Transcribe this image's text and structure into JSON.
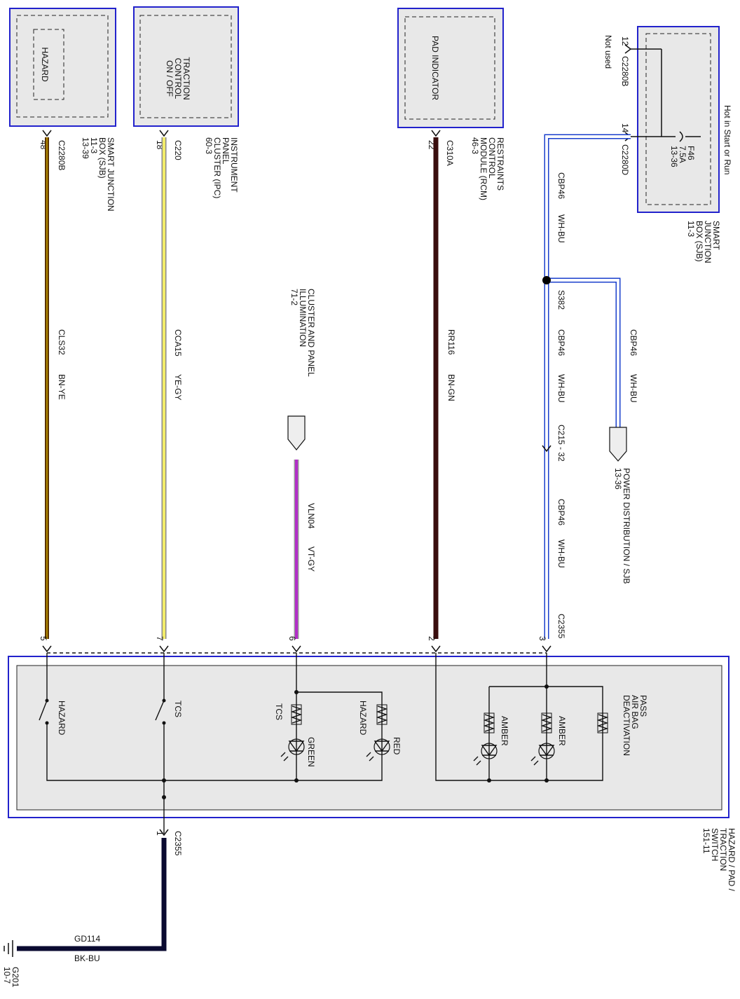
{
  "colors": {
    "box_border": "#2222cc",
    "box_fill": "#e8e8e8",
    "wire_brown_yellow": "#4a2a10",
    "wire_yellow_gray": "#e8e060",
    "wire_violet_gray": "#b040c0",
    "wire_brown_green": "#3a1010",
    "wire_white_blue": "#1a3fcc",
    "wire_black_blue": "#0a0a30"
  },
  "components": {
    "hazard_module": {
      "label": "HAZARD"
    },
    "traction_module": {
      "label": "TRACTION\nCONTROL\nON / OFF"
    },
    "pad_module": {
      "label": "PAD INDICATOR"
    },
    "sjb_power": {
      "title": "SMART\nJUNCTION\nBOX (SJB)\n11-3",
      "hot_label": "Hot in Start or Run",
      "fuse": "F46\n7.5A\n13-36",
      "pin12": "12",
      "conn12": "C2280B",
      "not_used": "Not used",
      "pin14": "14",
      "conn14": "C2280D"
    },
    "sjb_hazard_ref": "SMART JUNCTION\nBOX (SJB)\n11-3\n13-39",
    "ipc_ref": "INSTRUMENT\nPANEL\nCLUSTER (IPC)\n60-3",
    "rcm_ref": "RESTRAINTS\nCONTROL\nMODULE (RCM)\n46-3",
    "cluster_illum": "CLUSTER AND PANEL\nILLUMINATION\n71-2",
    "power_dist": "POWER DISTRIBUTION / SJB\n13-36",
    "switch_title": "HAZARD / PAD /\nTRACTION\nSWITCH\n151-11",
    "ground": "G201\n10-7"
  },
  "connectors": {
    "hazard_top": {
      "pin": "48",
      "name": "C2280B"
    },
    "tcs_top": {
      "pin": "18",
      "name": "C220"
    },
    "rcm_top": {
      "pin": "22",
      "name": "C310A"
    },
    "c235_pins": [
      "5",
      "7",
      "6",
      "2",
      "3"
    ],
    "c235_name": "C2355",
    "c215": "C215 - 32",
    "bottom": {
      "pin": "1",
      "name": "C2355"
    },
    "splice": "S382"
  },
  "wires": {
    "cls32": {
      "circuit": "CLS32",
      "color": "BN-YE"
    },
    "cca15": {
      "circuit": "CCA15",
      "color": "YE-GY"
    },
    "vln04": {
      "circuit": "VLN04",
      "color": "VT-GY"
    },
    "rr116": {
      "circuit": "RR116",
      "color": "BN-GN"
    },
    "cbp46_a": {
      "circuit": "CBP46",
      "color": "WH-BU"
    },
    "cbp46_b": {
      "circuit": "CBP46",
      "color": "WH-BU"
    },
    "cbp46_c": {
      "circuit": "CBP46",
      "color": "WH-BU"
    },
    "cbp46_d": {
      "circuit": "CBP46",
      "color": "WH-BU"
    },
    "gd114": {
      "circuit": "GD114",
      "color": "BK-BU"
    }
  },
  "switch_internal": {
    "hazard_sw": "HAZARD",
    "tcs_sw": "TCS",
    "tcs_led": "TCS",
    "green": "GREEN",
    "hazard_led": "HAZARD",
    "red": "RED",
    "pass_airbag": "PASS\nAIR BAG\nDEACTIVATION",
    "amber1": "AMBER",
    "amber2": "AMBER"
  }
}
